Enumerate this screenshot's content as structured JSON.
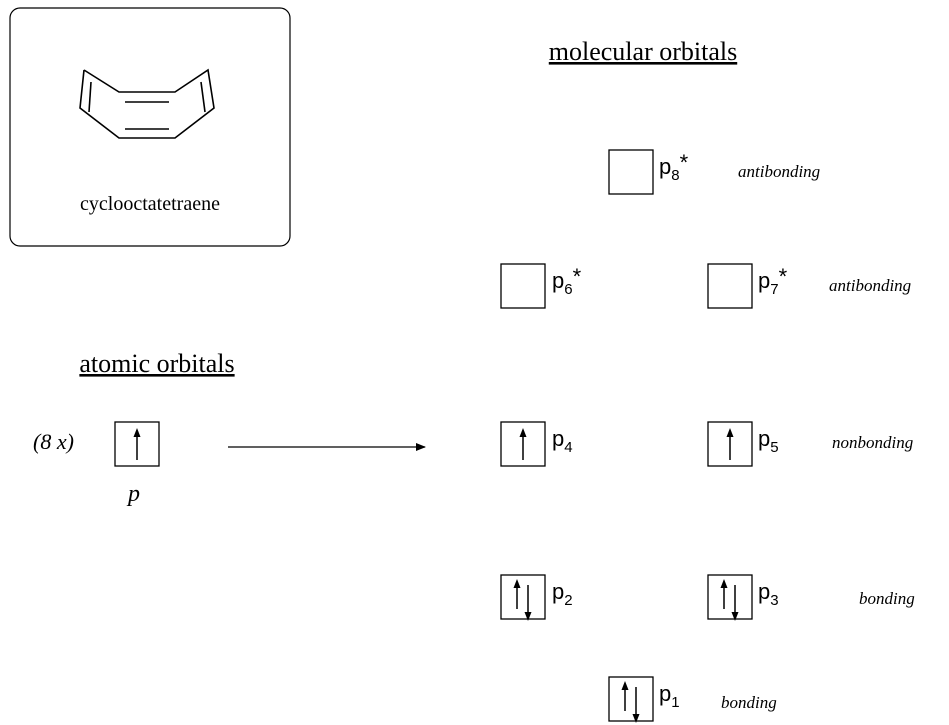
{
  "molecule": {
    "name": "cyclooctatetraene"
  },
  "headings": {
    "molecular": "molecular orbitals",
    "atomic": "atomic orbitals"
  },
  "atomic": {
    "multiplier": "(8 x)",
    "orbital_label": "p",
    "electrons": 1
  },
  "orbitals": [
    {
      "id": "p8",
      "label": "p",
      "sub": "8",
      "star": "*",
      "electrons": 0
    },
    {
      "id": "p6",
      "label": "p",
      "sub": "6",
      "star": "*",
      "electrons": 0
    },
    {
      "id": "p7",
      "label": "p",
      "sub": "7",
      "star": "*",
      "electrons": 0
    },
    {
      "id": "p4",
      "label": "p",
      "sub": "4",
      "star": "",
      "electrons": 1
    },
    {
      "id": "p5",
      "label": "p",
      "sub": "5",
      "star": "",
      "electrons": 1
    },
    {
      "id": "p2",
      "label": "p",
      "sub": "2",
      "star": "",
      "electrons": 2
    },
    {
      "id": "p3",
      "label": "p",
      "sub": "3",
      "star": "",
      "electrons": 2
    },
    {
      "id": "p1",
      "label": "p",
      "sub": "1",
      "star": "",
      "electrons": 2
    }
  ],
  "level_labels": {
    "antibonding_top": "antibonding",
    "antibonding_mid": "antibonding",
    "nonbonding": "nonbonding",
    "bonding_mid": "bonding",
    "bonding_bottom": "bonding"
  }
}
